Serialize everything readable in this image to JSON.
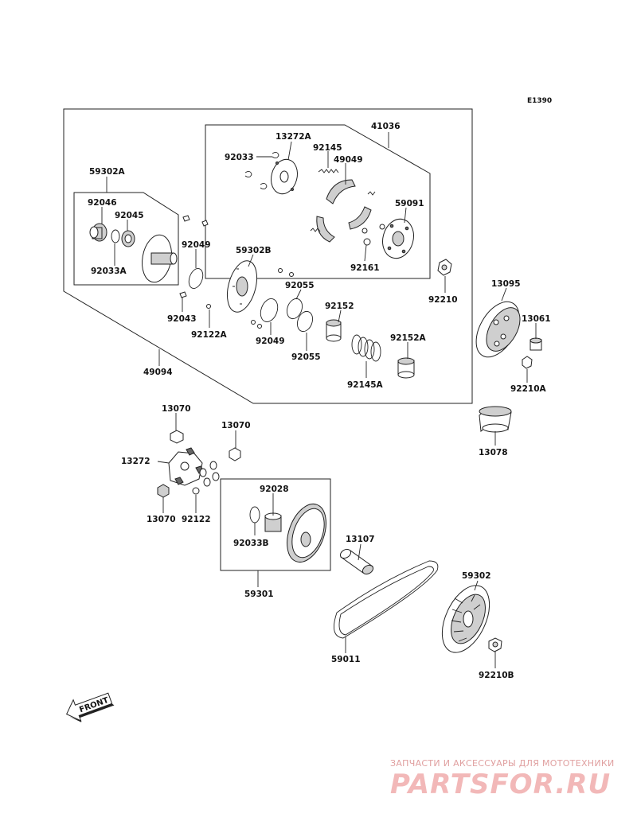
{
  "diagram_code": "E1390",
  "labels": {
    "l41036": "41036",
    "l13272A": "13272A",
    "l92033": "92033",
    "l92145": "92145",
    "l49049": "49049",
    "l59091": "59091",
    "l92161": "92161",
    "l59302A": "59302A",
    "l92046": "92046",
    "l92045": "92045",
    "l92033A": "92033A",
    "l92049a": "92049",
    "l59302B": "59302B",
    "l92055a": "92055",
    "l92043": "92043",
    "l92122A": "92122A",
    "l92049b": "92049",
    "l92055b": "92055",
    "l92152": "92152",
    "l92152A": "92152A",
    "l92145A": "92145A",
    "l92210": "92210",
    "l13095": "13095",
    "l13061": "13061",
    "l92210A": "92210A",
    "l49094": "49094",
    "l13078": "13078",
    "l13070a": "13070",
    "l13070b": "13070",
    "l13272": "13272",
    "l13070c": "13070",
    "l92122": "92122",
    "l92028": "92028",
    "l92033B": "92033B",
    "l59301": "59301",
    "l13107": "13107",
    "l59302": "59302",
    "l59011": "59011",
    "l92210B": "92210B"
  },
  "front_label": "FRONT",
  "watermark": {
    "tagline": "ЗАПЧАСТИ И АКСЕССУАРЫ ДЛЯ МОТОТЕХНИКИ",
    "logo": "PARTSFOR.RU"
  }
}
